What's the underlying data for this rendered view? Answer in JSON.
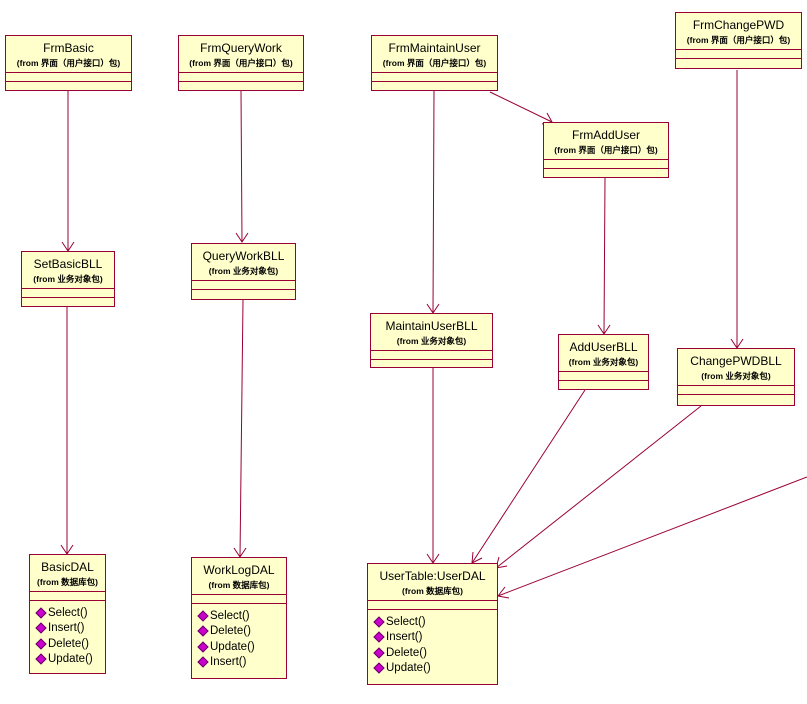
{
  "pkg_ui": "(from 界面（用户接口）包)",
  "pkg_bo": "(from 业务对象包)",
  "pkg_db": "(from 数据库包)",
  "classes": {
    "frm_basic": {
      "name": "FrmBasic"
    },
    "frm_query_work": {
      "name": "FrmQueryWork"
    },
    "frm_maintain_user": {
      "name": "FrmMaintainUser"
    },
    "frm_change_pwd": {
      "name": "FrmChangePWD"
    },
    "frm_add_user": {
      "name": "FrmAddUser"
    },
    "set_basic_bll": {
      "name": "SetBasicBLL"
    },
    "query_work_bll": {
      "name": "QueryWorkBLL"
    },
    "maintain_user_bll": {
      "name": "MaintainUserBLL"
    },
    "add_user_bll": {
      "name": "AddUserBLL"
    },
    "change_pwd_bll": {
      "name": "ChangePWDBLL"
    },
    "basic_dal": {
      "name": "BasicDAL",
      "ops": [
        "Select()",
        "Insert()",
        "Delete()",
        "Update()"
      ]
    },
    "work_log_dal": {
      "name": "WorkLogDAL",
      "ops": [
        "Select()",
        "Delete()",
        "Update()",
        "Insert()"
      ]
    },
    "user_table": {
      "name": "UserTable:UserDAL",
      "ops": [
        "Select()",
        "Insert()",
        "Delete()",
        "Update()"
      ]
    }
  },
  "colors": {
    "box_fill": "#ffffcc",
    "border": "#990033",
    "operation_icon": "#cc00cc"
  }
}
